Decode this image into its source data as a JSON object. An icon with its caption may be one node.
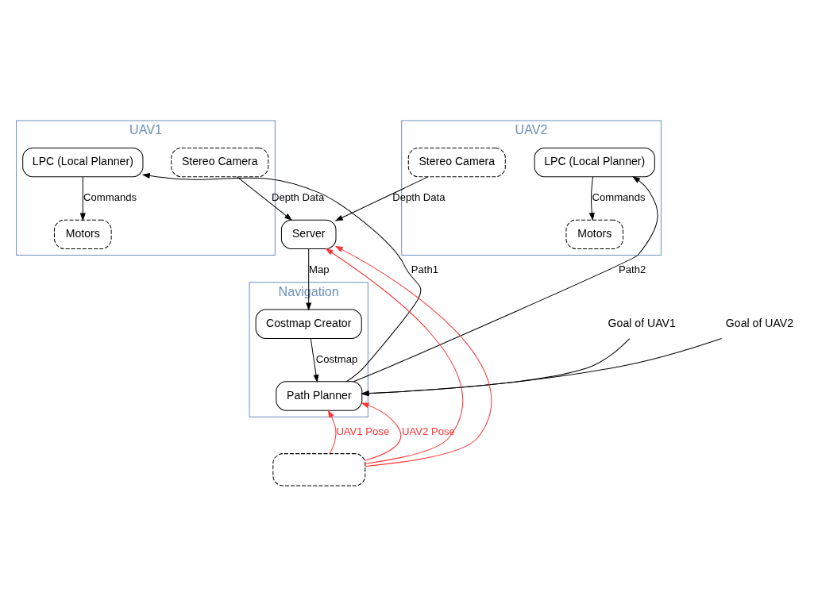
{
  "diagram": {
    "nodes": [
      {
        "text": [
          "UAV1"
        ]
      },
      {
        "text": [
          "Stereo Camera"
        ],
        "in": 0
      },
      {
        "text": [
          "LPC (Local Planner)"
        ],
        "in": 0
      },
      {
        "text": [
          "Motors"
        ],
        "in": 0
      },
      {
        "text": [
          "UAV2"
        ]
      },
      {
        "text": [
          "Stereo Camera"
        ],
        "in": 4
      },
      {
        "text": [
          "LPC (Local Planner)"
        ],
        "in": 4
      },
      {
        "text": [
          "Motors"
        ],
        "in": 4
      },
      {
        "text": [
          "Server"
        ]
      },
      {
        "text": [
          "Navigation"
        ]
      },
      {
        "text": [
          "Costmap Creator"
        ],
        "in": 9
      },
      {
        "text": [
          "Path Planner"
        ],
        "in": 9
      },
      {
        "text": [
          "Goal of UAV1"
        ]
      },
      {
        "text": [
          "Goal of UAV2"
        ]
      },
      {
        "text": [],
        "shape": "box"
      }
    ],
    "edges": [
      {
        "from": 1,
        "to": 8,
        "arrow": "to",
        "label": "Depth Data"
      },
      {
        "from": 5,
        "to": 8,
        "arrow": "to",
        "label": "Depth Data"
      },
      {
        "from": 2,
        "to": 3,
        "arrow": "to",
        "label": "Commands"
      },
      {
        "from": 6,
        "to": 7,
        "arrow": "to",
        "label": "Commands"
      },
      {
        "from": 8,
        "to": 10,
        "arrow": "to",
        "label": "Map"
      },
      {
        "from": 10,
        "to": 11,
        "arrow": "to",
        "label": "Costmap"
      },
      {
        "from": 11,
        "to": 2,
        "arrow": "to",
        "label": "Path1"
      },
      {
        "from": 11,
        "to": 6,
        "arrow": "to",
        "label": "Path2"
      },
      {
        "from": 12,
        "to": 11,
        "arrow": "to"
      },
      {
        "from": 13,
        "to": 11,
        "arrow": "to"
      },
      {
        "from": 14,
        "to": 11,
        "arrow": "to",
        "label": "UAV1 Pose",
        "color": "#ff3333"
      },
      {
        "from": 14,
        "to": 8,
        "arrow": "to",
        "color": "#ff3333"
      },
      {
        "from": 14,
        "to": 11,
        "arrow": "to",
        "label": "UAV2 Pose",
        "color": "#ff3333"
      },
      {
        "from": 14,
        "to": 8,
        "arrow": "to",
        "color": "#ff3333"
      }
    ]
  }
}
